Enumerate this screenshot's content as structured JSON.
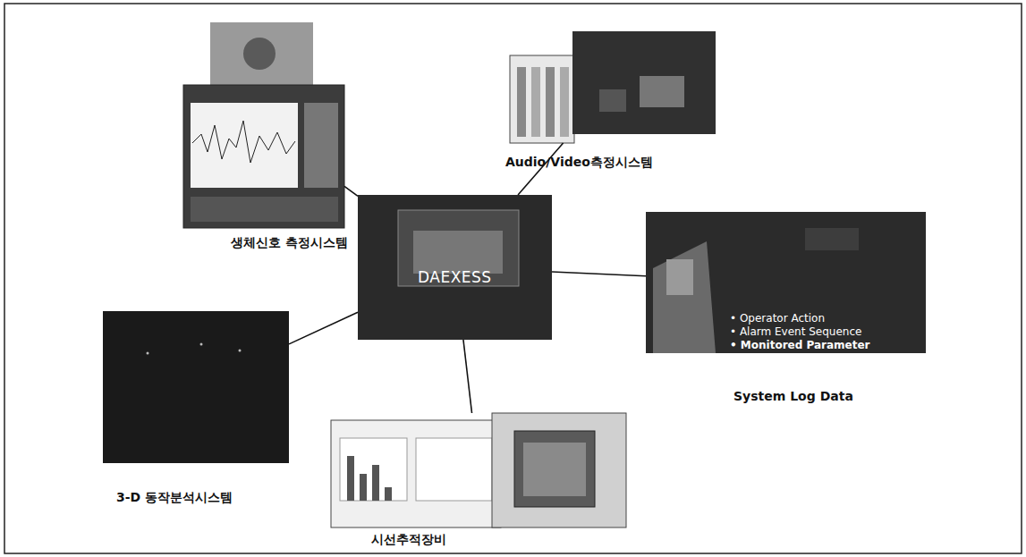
{
  "diagram": {
    "nodes": [
      {
        "text": [
          "생체신호 측정시스템"
        ]
      },
      {
        "text": [
          "Audio/Video측정시스템"
        ]
      },
      {
        "text": [
          "DAEXESS"
        ]
      },
      {
        "text": [
          "• Operator Action",
          "• Alarm Event Sequence",
          "• Monitored Parameter",
          "System Log Data"
        ]
      },
      {
        "text": [
          "3-D 동작분석시스템"
        ]
      },
      {
        "text": [
          "시선추적장비"
        ]
      }
    ],
    "edges": [
      {
        "from": 2,
        "to": 0,
        "arrow": "none"
      },
      {
        "from": 2,
        "to": 1,
        "arrow": "none"
      },
      {
        "from": 2,
        "to": 3,
        "arrow": "none"
      },
      {
        "from": 2,
        "to": 4,
        "arrow": "none"
      },
      {
        "from": 2,
        "to": 5,
        "arrow": "none"
      }
    ]
  }
}
